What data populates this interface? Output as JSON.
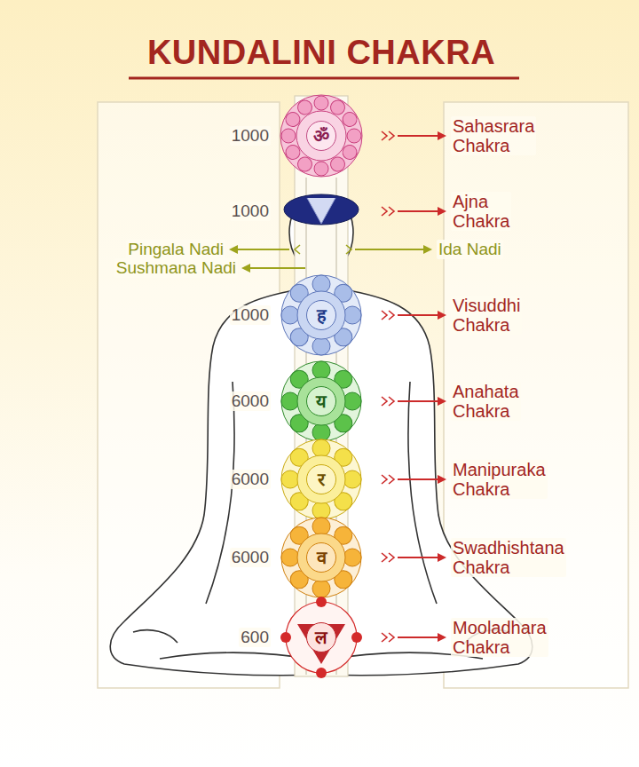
{
  "diagram": {
    "title": "KUNDALINI CHAKRA",
    "nodes": [
      {
        "text": [
          "ॐ"
        ]
      },
      {
        "text": [
          "ह"
        ]
      },
      {
        "text": [
          "य"
        ]
      },
      {
        "text": [
          "र"
        ]
      },
      {
        "text": [
          "व"
        ]
      },
      {
        "text": [
          "ल"
        ]
      }
    ],
    "labels": [
      "1000",
      "Sahasrara Chakra",
      "1000",
      "Ajna Chakra",
      "Pingala Nadi",
      "Ida Nadi",
      "Sushmana Nadi",
      "1000",
      "Visuddhi Chakra",
      "6000",
      "Anahata Chakra",
      "6000",
      "Manipuraka Chakra",
      "6000",
      "Swadhishtana Chakra",
      "600",
      "Mooladhara Chakra"
    ]
  }
}
